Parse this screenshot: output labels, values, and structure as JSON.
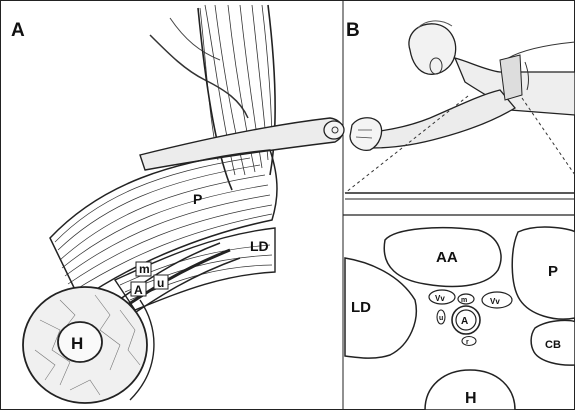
{
  "panels": {
    "A": {
      "letter": "A"
    },
    "B": {
      "letter": "B"
    }
  },
  "panelA_labels": {
    "pectoralis": "P",
    "latissimus": "LD",
    "median_nerve": "m",
    "artery": "A",
    "ulnar_nerve": "u",
    "humerus": "H"
  },
  "crosssection_labels": {
    "axillary_artery_region": "AA",
    "pectoralis": "P",
    "latissimus": "LD",
    "coracobrachialis": "CB",
    "humerus": "H",
    "vein_left": "Vv",
    "vein_right": "Vv",
    "median": "m",
    "artery": "A",
    "radial": "r",
    "ulnar": "u"
  },
  "colors": {
    "line": "#222222",
    "shade": "#d9d9d9",
    "dark": "#555555"
  }
}
